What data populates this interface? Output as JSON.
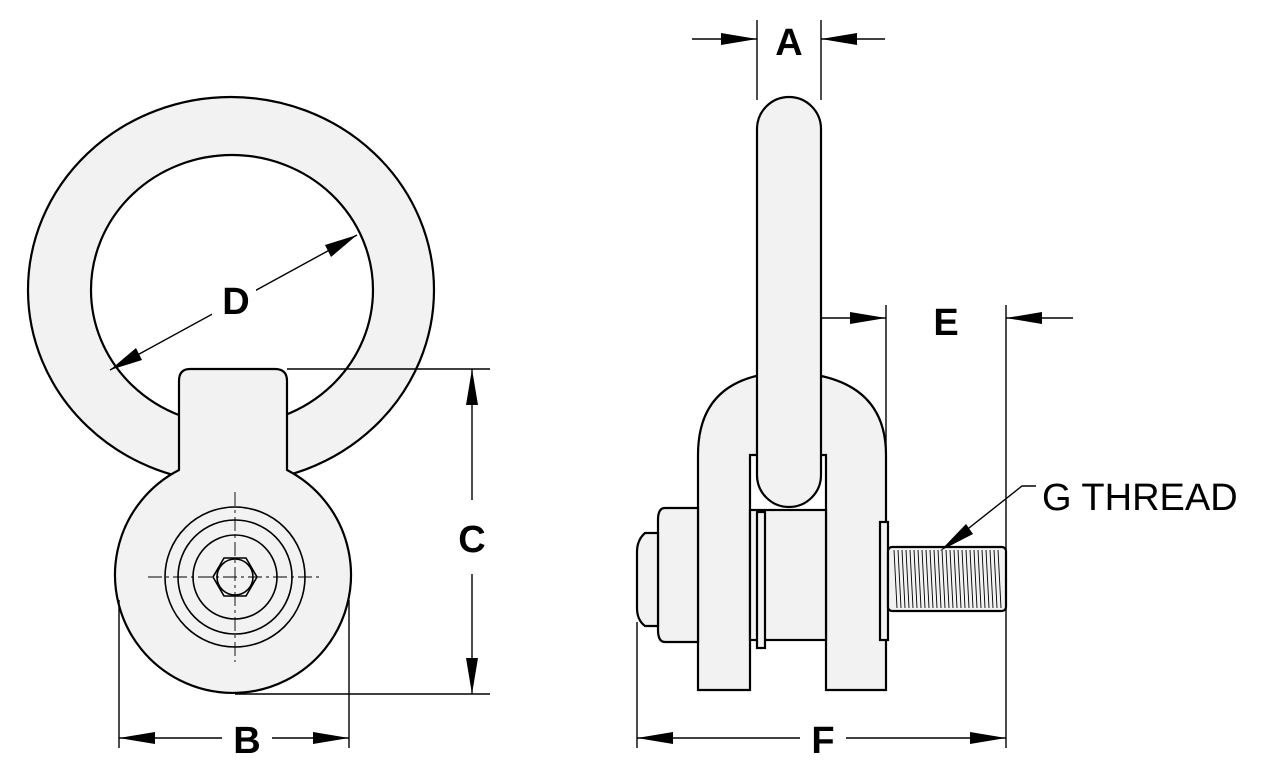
{
  "figure": {
    "front_view": {
      "dimension_b_label": "B",
      "dimension_c_label": "C",
      "dimension_d_label": "D"
    },
    "side_view": {
      "dimension_a_label": "A",
      "dimension_e_label": "E",
      "dimension_f_label": "F",
      "thread_callout": "G THREAD"
    }
  }
}
